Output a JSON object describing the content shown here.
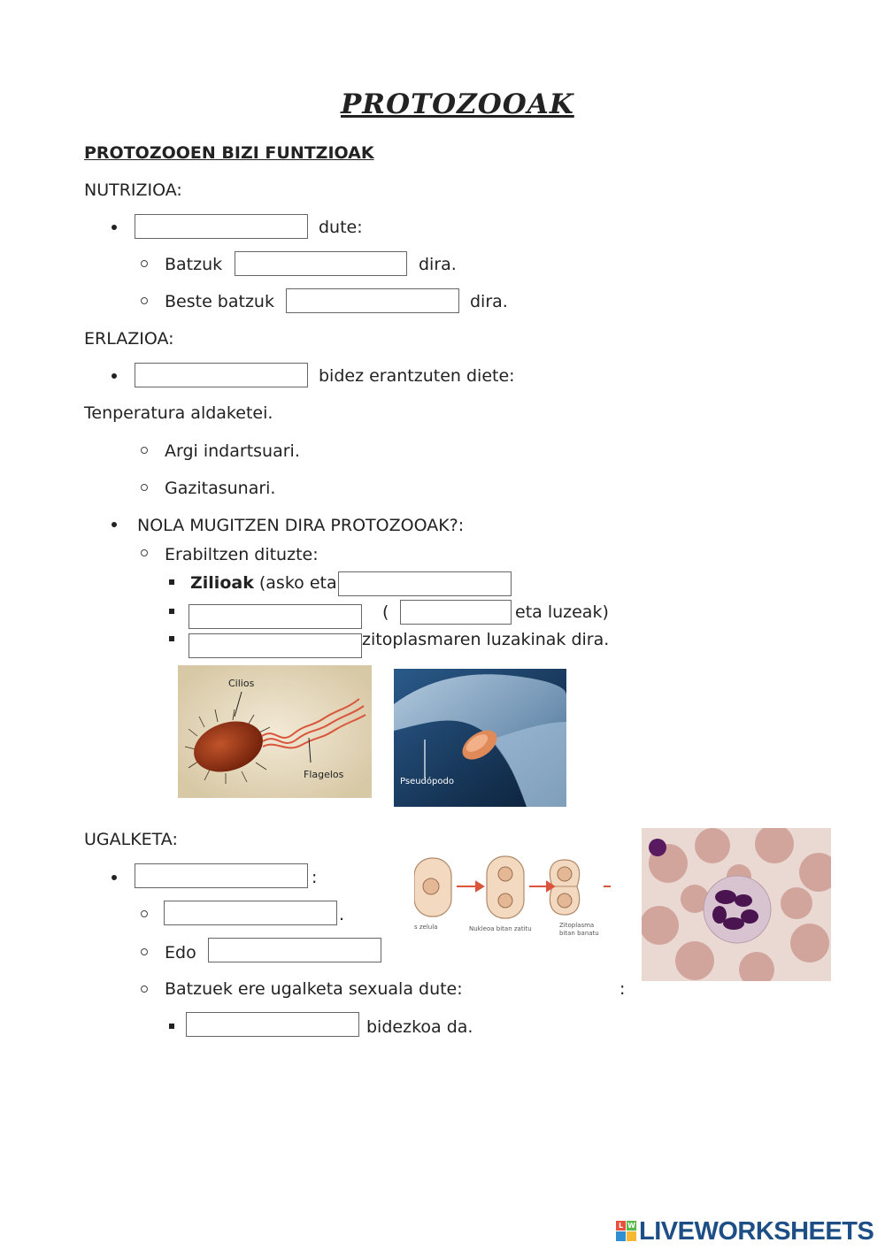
{
  "title": "PROTOZOOAK",
  "section_heading": "PROTOZOOEN BIZI FUNTZIOAK",
  "nutrizioa": {
    "label": "NUTRIZIOA:",
    "line1_after": "dute:",
    "line2_before": "Batzuk",
    "line2_after": "dira.",
    "line3_before": "Beste batzuk",
    "line3_after": "dira."
  },
  "erlazioa": {
    "label": "ERLAZIOA:",
    "line1_after": "bidez erantzuten diete:",
    "item1": "Tenperatura aldaketei.",
    "item2": "Argi indartsuari.",
    "item3": "Gazitasunari."
  },
  "mugimendua": {
    "question": "NOLA MUGITZEN DIRA PROTOZOOAK?:",
    "sub": "Erabiltzen dituzte:",
    "zilioak_bold": "Zilioak",
    "zilioak_rest": "(asko eta",
    "open_paren": "(",
    "flagelo_after": "eta luzeak)",
    "pseudo_after": "zitoplasmaren luzakinak dira."
  },
  "image1": {
    "label_top": "Cilios",
    "label_bottom": "Flagelos"
  },
  "image2": {
    "label": "Pseudópodo"
  },
  "ugalketa": {
    "label": "UGALKETA:",
    "line1_after": ":",
    "line2_after": ".",
    "line3_before": "Edo",
    "line4": "Batzuek ere ugalketa sexuala dute:",
    "line4_colon": ":",
    "line5_after": "bidezkoa da."
  },
  "division_image": {
    "label1": "s zelula",
    "label2": "Nukleoa bitan zatitu",
    "label3a": "Zitoplasma",
    "label3b": "bitan banatu"
  },
  "footer": {
    "logo_text": "LIVEWORKSHEETS",
    "logo_letters": [
      "L",
      "W"
    ]
  },
  "colors": {
    "cell_fill": "#f3d9c0",
    "arrow": "#d9553b",
    "bacterium": "#8a2b10",
    "blood_bg": "#d9b8b0"
  }
}
